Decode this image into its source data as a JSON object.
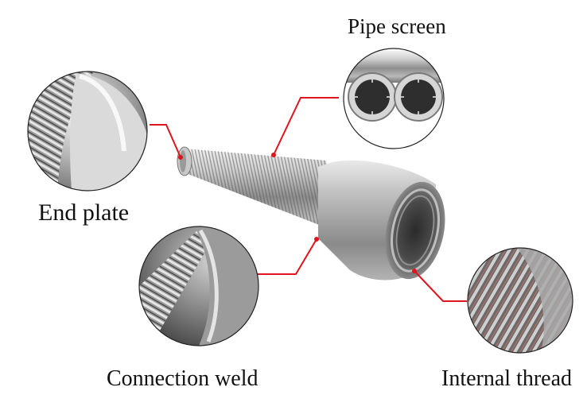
{
  "labels": {
    "pipe_screen": "Pipe screen",
    "end_plate": "End plate",
    "connection_weld": "Connection weld",
    "internal_thread": "Internal thread"
  },
  "colors": {
    "callout_line": "#e0141e",
    "steel_light": "#dcdcdc",
    "steel_dark": "#6b6b6b",
    "background": "#ffffff"
  }
}
